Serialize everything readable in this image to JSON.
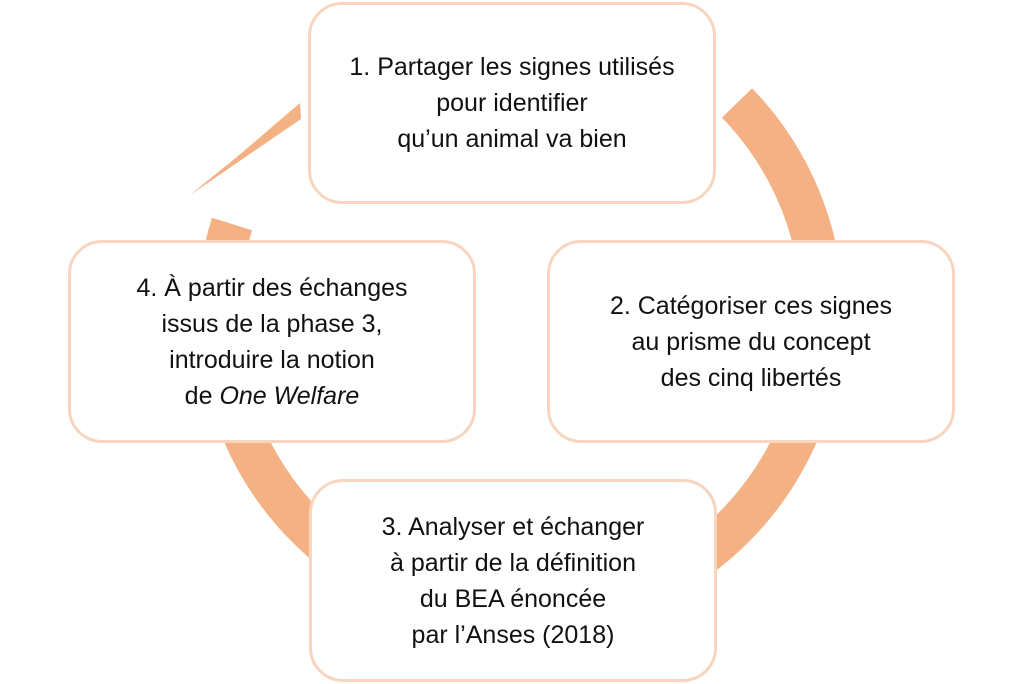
{
  "colors": {
    "arrow": "#f4b183",
    "box_border": "#f8d5bf",
    "box_fill": "#ffffff",
    "text": "#111111"
  },
  "steps": [
    {
      "lines": [
        "1. Partager les signes utilisés",
        "pour identifier",
        "qu’un animal va bien"
      ]
    },
    {
      "lines": [
        "2. Catégoriser ces signes",
        "au prisme du concept",
        "des cinq libertés"
      ]
    },
    {
      "lines": [
        "3. Analyser et échanger",
        "à partir de la définition",
        "du BEA énoncée",
        "par l’Anses (2018)"
      ]
    },
    {
      "lines": [
        "4. À partir des échanges",
        "issus de la phase 3,",
        "introduire la notion"
      ],
      "last_line_prefix": "de ",
      "last_line_emphasis": "One Welfare"
    }
  ]
}
